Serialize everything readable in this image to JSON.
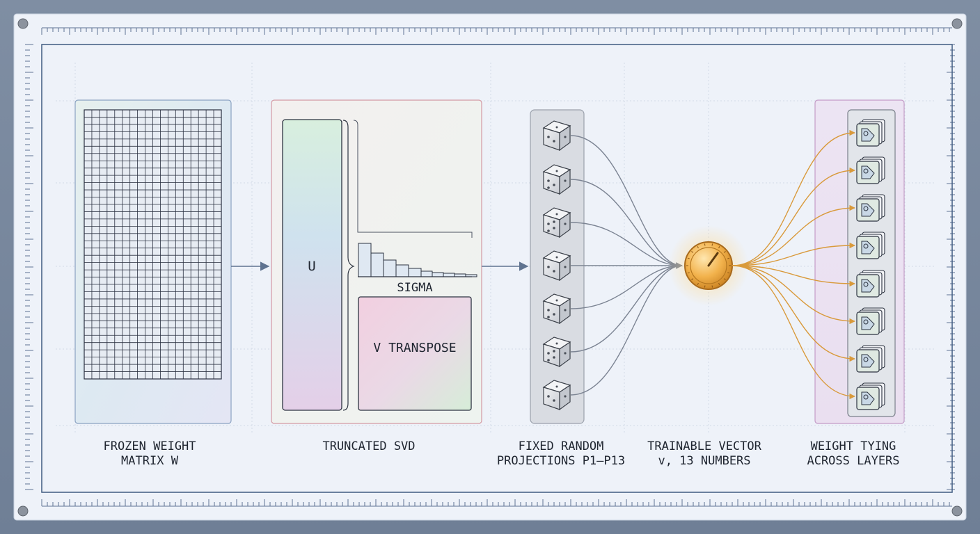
{
  "labels": {
    "u": "U",
    "sigma": "SIGMA",
    "v_transpose": "V TRANSPOSE"
  },
  "captions": [
    {
      "line1": "FROZEN WEIGHT",
      "line2": "MATRIX W"
    },
    {
      "line1": "TRUNCATED SVD",
      "line2": ""
    },
    {
      "line1": "FIXED RANDOM",
      "line2": "PROJECTIONS P1–P13"
    },
    {
      "line1": "TRAINABLE VECTOR",
      "line2": "v, 13 NUMBERS"
    },
    {
      "line1": "WEIGHT TYING",
      "line2": "ACROSS LAYERS"
    }
  ],
  "colors": {
    "panel_bg": "#eef2f9",
    "frame": "#3f5a80",
    "grid_line": "#2a3040",
    "arrow": "#5f7390",
    "wire_gray": "#7c8493",
    "wire_orange": "#d99a3b",
    "knob": "#f0a53a"
  },
  "icons": {
    "projection": "dice-icon",
    "vector": "knob-dial-icon",
    "layer": "stacked-layer-icon"
  }
}
